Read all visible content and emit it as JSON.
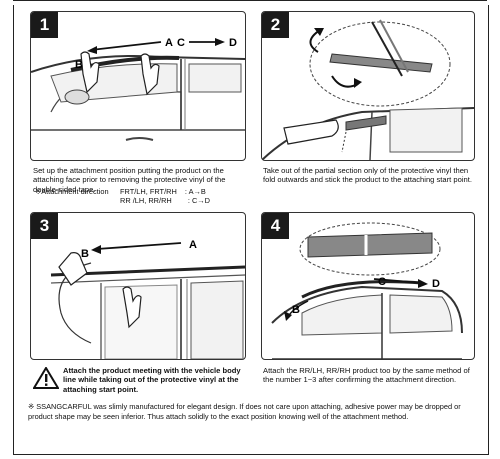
{
  "steps": [
    {
      "number": "1",
      "arrow_labels": {
        "a": "A",
        "b": "B",
        "c": "C",
        "d": "D"
      },
      "caption": "Set up the attachment position putting the product on the attaching face prior to removing the protective vinyl of the double-sided tape.",
      "direction_heading": "※Attachment direction",
      "directions": [
        {
          "positions": "FRT/LH, FRT/RH",
          "sep": ":",
          "value": "A→B"
        },
        {
          "positions": "RR /LH, RR/RH",
          "sep": ":",
          "value": "C→D"
        }
      ]
    },
    {
      "number": "2",
      "caption": "Take out of the partial section only of the protective vinyl then fold outwards and stick the product to the attaching start point."
    },
    {
      "number": "3",
      "arrow_labels": {
        "a": "A",
        "b": "B"
      },
      "caption": "Attach the product meeting with the vehicle body line while taking out of the protective vinyl at the attaching start point."
    },
    {
      "number": "4",
      "arrow_labels": {
        "b": "B",
        "c": "C",
        "d": "D"
      },
      "caption": "Attach the RR/LH, RR/RH product too by the same method of the number 1~3 after confirming the attachment direction."
    }
  ],
  "footer": "※ SSANGCARFUL was slimly manufactured for elegant design. If does not care upon attaching, adhesive power may be dropped or product shape may be seen inferior. Thus attach solidly to the exact position knowing well of the attachment method.",
  "icons": [
    "warning-icon"
  ]
}
